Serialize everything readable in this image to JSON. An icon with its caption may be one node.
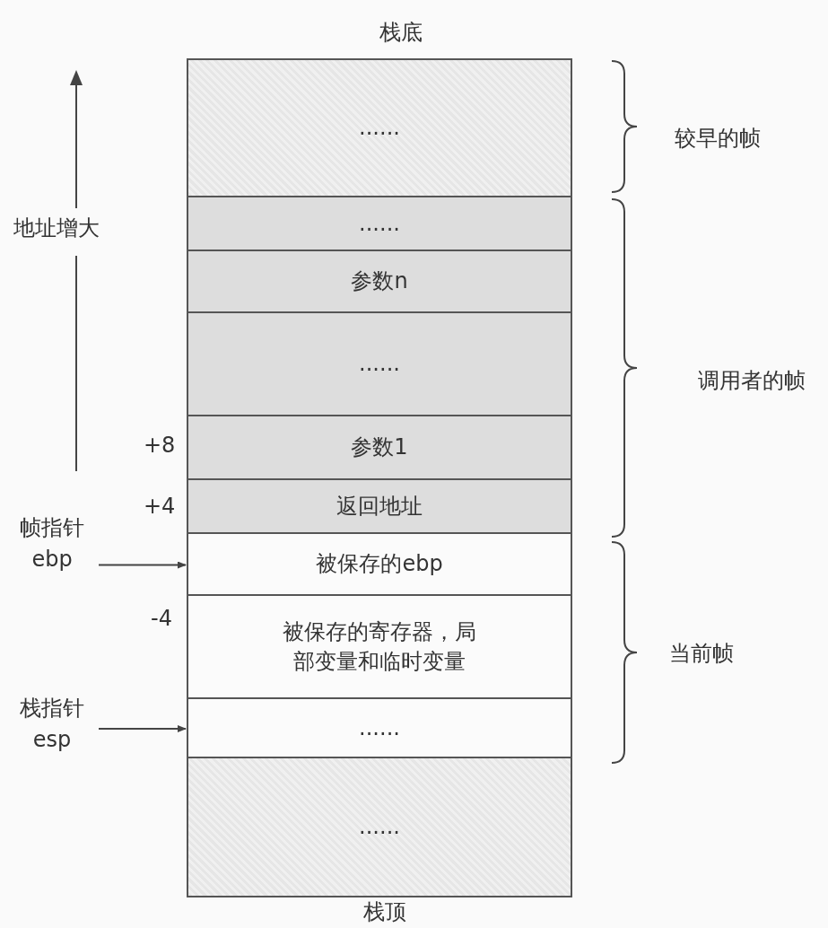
{
  "diagram": {
    "nodes": [
      {
        "text": [
          "......"
        ]
      },
      {
        "text": [
          "......"
        ]
      },
      {
        "text": [
          "参数n"
        ]
      },
      {
        "text": [
          "......"
        ]
      },
      {
        "text": [
          "参数1"
        ]
      },
      {
        "text": [
          "返回地址"
        ]
      },
      {
        "text": [
          "被保存的ebp"
        ]
      },
      {
        "text": [
          "被保存的寄存器，局部变量和临时变量"
        ]
      },
      {
        "text": [
          "......"
        ]
      },
      {
        "text": [
          "......"
        ]
      },
      {
        "text": [
          "帧指针 ebp"
        ]
      },
      {
        "text": [
          "栈指针 esp"
        ]
      }
    ],
    "edges": [
      {
        "from": 10,
        "to": 6,
        "arrow": "to"
      },
      {
        "from": 11,
        "to": 8,
        "arrow": "to"
      }
    ],
    "labels": [
      "栈底",
      "较早的帧",
      "地址增大",
      "调用者的帧",
      "+8",
      "+4",
      "-4",
      "当前帧",
      "栈顶"
    ]
  }
}
